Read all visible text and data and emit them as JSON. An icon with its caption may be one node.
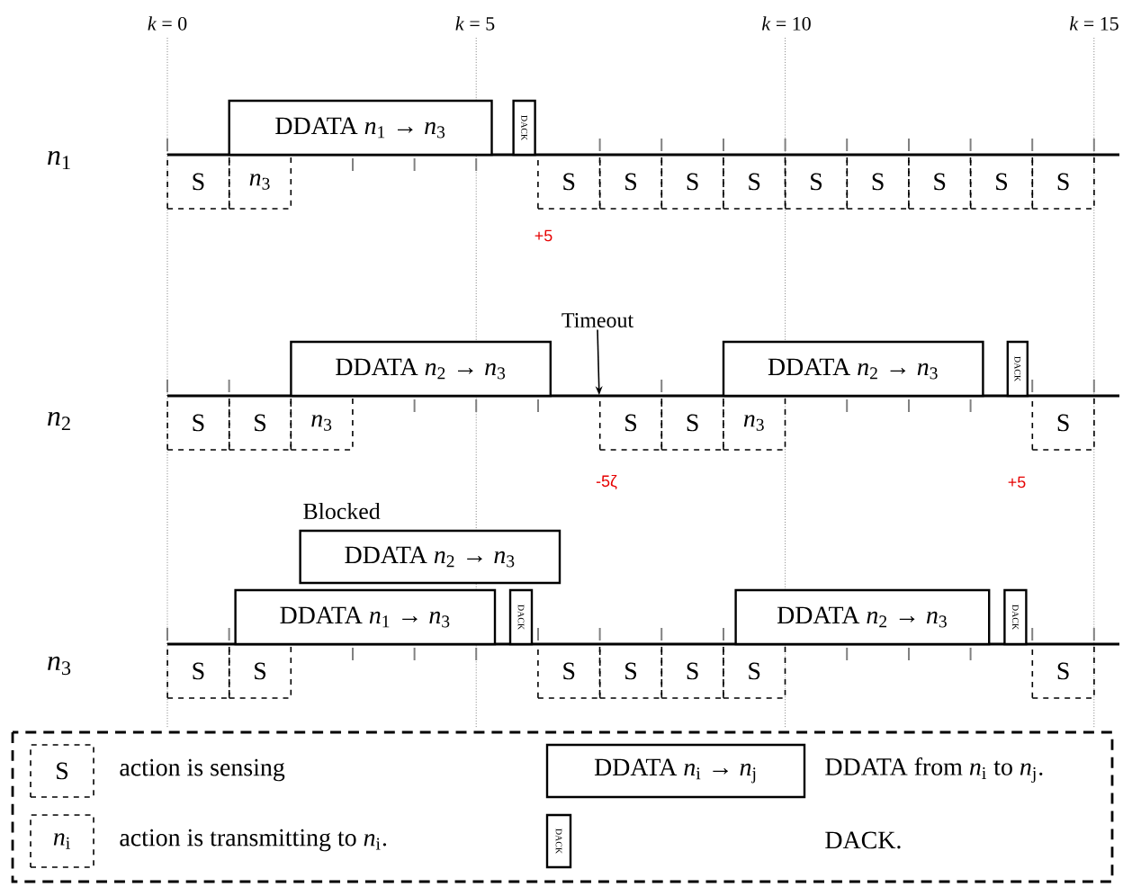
{
  "diagram": {
    "nodes": [
      {
        "text": [
          "DDATA *n*$_{1}$ → *n*$_{3}$"
        ]
      },
      {
        "text": [
          "DACK"
        ]
      },
      {
        "text": [
          "S"
        ]
      },
      {
        "text": [
          "*n*$_{3}$"
        ]
      },
      {
        "text": [
          "S"
        ]
      },
      {
        "text": [
          "S"
        ]
      },
      {
        "text": [
          "S"
        ]
      },
      {
        "text": [
          "S"
        ]
      },
      {
        "text": [
          "S"
        ]
      },
      {
        "text": [
          "S"
        ]
      },
      {
        "text": [
          "S"
        ]
      },
      {
        "text": [
          "S"
        ]
      },
      {
        "text": [
          "S"
        ]
      },
      {
        "text": [
          "Timeout"
        ]
      },
      {
        "text": [
          "DDATA *n*$_{2}$ → *n*$_{3}$"
        ]
      },
      {
        "text": [
          "DDATA *n*$_{2}$ → *n*$_{3}$"
        ]
      },
      {
        "text": [
          "DACK"
        ]
      },
      {
        "text": [
          "S"
        ]
      },
      {
        "text": [
          "S"
        ]
      },
      {
        "text": [
          "*n*$_{3}$"
        ]
      },
      {
        "text": [
          "S"
        ]
      },
      {
        "text": [
          "S"
        ]
      },
      {
        "text": [
          "*n*$_{3}$"
        ]
      },
      {
        "text": [
          "S"
        ]
      },
      {
        "text": [
          "DDATA *n*$_{2}$ → *n*$_{3}$"
        ],
        "beside": [
          "Blocked"
        ]
      },
      {
        "text": [
          "DDATA *n*$_{1}$ → *n*$_{3}$"
        ]
      },
      {
        "text": [
          "DACK"
        ]
      },
      {
        "text": [
          "DDATA *n*$_{2}$ → *n*$_{3}$"
        ]
      },
      {
        "text": [
          "DACK"
        ]
      },
      {
        "text": [
          "S"
        ]
      },
      {
        "text": [
          "S"
        ]
      },
      {
        "text": [
          "S"
        ]
      },
      {
        "text": [
          "S"
        ]
      },
      {
        "text": [
          "S"
        ]
      },
      {
        "text": [
          "S"
        ]
      },
      {
        "text": [
          "S"
        ]
      },
      {
        "text": [
          "S"
        ]
      },
      {
        "text": [
          "*n*$_{i}$"
        ]
      },
      {
        "text": [
          "DDATA *n*$_{i}$ → *n*$_{j}$"
        ]
      },
      {
        "text": [
          "DACK"
        ]
      }
    ],
    "edges": [
      {
        "from": 13,
        "to": 20,
        "arrow": "to"
      }
    ],
    "labels": [
      "*k* = 0",
      "*k* = 5",
      "*k* = 10",
      "*k* = 15",
      "*n*$_{1}$",
      "+5",
      "*n*$_{2}$",
      "-5ζ",
      "+5",
      "*n*$_{3}$"
    ],
    "legend": [
      {
        "text": "action is sensing"
      },
      {
        "text": "DDATA from *n*$_{i}$ to *n*$_{j}$."
      },
      {
        "text": "action is transmitting to *n*$_{i}$."
      },
      {
        "text": "DACK."
      }
    ]
  }
}
